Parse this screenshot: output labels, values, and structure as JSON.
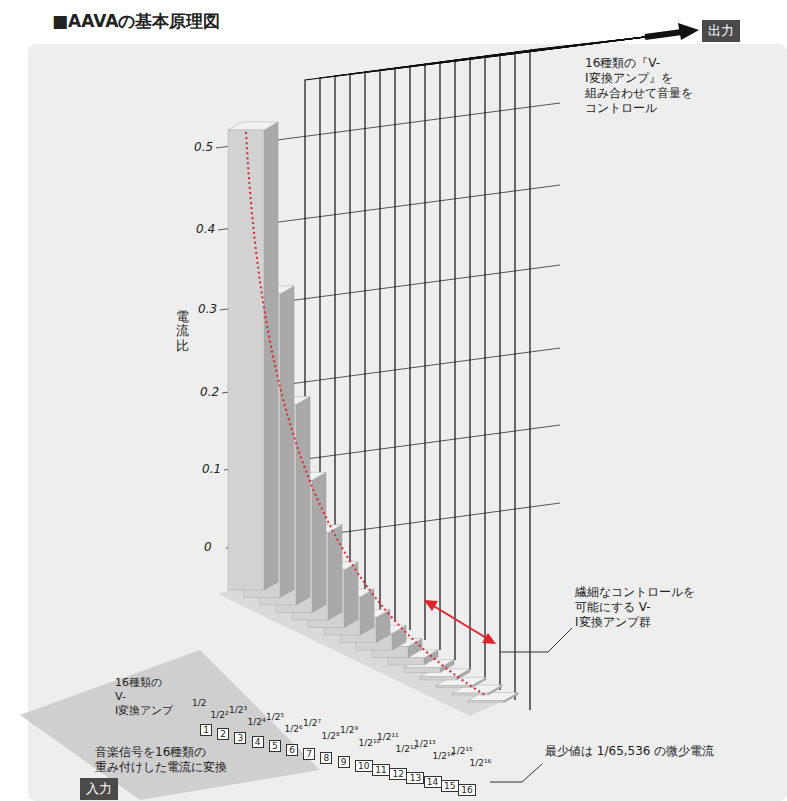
{
  "diagram": {
    "title": "■AAVAの基本原理図",
    "nodes": [
      {
        "text": [
          "出力"
        ]
      },
      {
        "text": [
          "1"
        ]
      },
      {
        "text": [
          "2"
        ]
      },
      {
        "text": [
          "3"
        ]
      },
      {
        "text": [
          "4"
        ]
      },
      {
        "text": [
          "5"
        ]
      },
      {
        "text": [
          "6"
        ]
      },
      {
        "text": [
          "7"
        ]
      },
      {
        "text": [
          "8"
        ]
      },
      {
        "text": [
          "9"
        ]
      },
      {
        "text": [
          "10"
        ]
      },
      {
        "text": [
          "11"
        ]
      },
      {
        "text": [
          "12"
        ]
      },
      {
        "text": [
          "13"
        ]
      },
      {
        "text": [
          "14"
        ]
      },
      {
        "text": [
          "15"
        ]
      },
      {
        "text": [
          "16"
        ]
      },
      {
        "text": [
          "入力"
        ]
      }
    ],
    "labels": [
      "16種類の『V-I変換アンプ』を 組み合わせて音量を コントロール",
      "0.5",
      "0.4",
      "0.3",
      "0.2",
      "0.1",
      "0",
      "電流比",
      "16種類の V-I変換アンプ",
      "1/2",
      "1/2²",
      "1/2³",
      "1/2⁴",
      "1/2⁵",
      "1/2⁶",
      "1/2⁷",
      "1/2⁸",
      "1/2⁹",
      "1/2¹⁰",
      "1/2¹¹",
      "1/2¹²",
      "1/2¹³",
      "1/2¹⁴",
      "1/2¹⁵",
      "1/2¹⁶",
      "繊細なコントロールを 可能にする V-I変換アンプ群",
      "最少値は 1/65,536 の微少電流",
      "音楽信号を16種類の 重み付けした電流に変換"
    ]
  }
}
